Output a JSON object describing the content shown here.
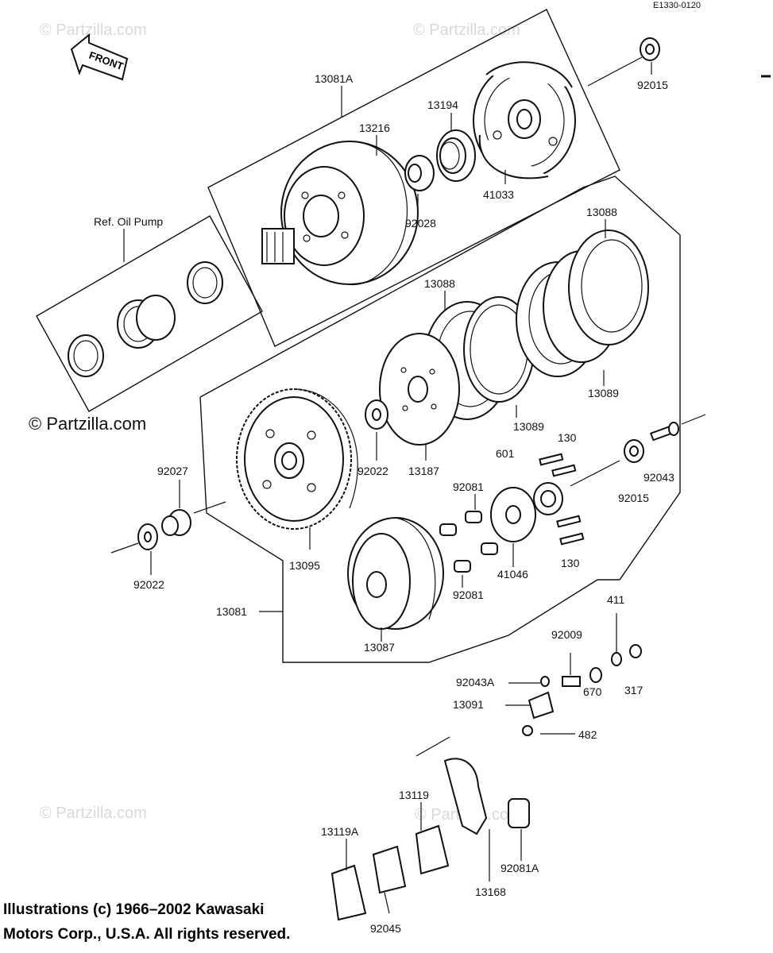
{
  "drawing_code": "E1330-0120",
  "front_arrow": "FRONT",
  "watermark": "© Partzilla.com",
  "copyright": {
    "line1": "Illustrations (c) 1966–2002 Kawasaki",
    "line2": "Motors Corp., U.S.A.  All rights reserved."
  },
  "labels": {
    "p13081A": "13081A",
    "p92015_top": "92015",
    "p13194": "13194",
    "p13216": "13216",
    "p92028": "92028",
    "p41033": "41033",
    "p13088_a": "13088",
    "p13088_b": "13088",
    "ref_oil_pump": "Ref. Oil Pump",
    "p13089_a": "13089",
    "p13089_b": "13089",
    "p130_a": "130",
    "p130_b": "130",
    "p601": "601",
    "p92027": "92027",
    "p92022_a": "92022",
    "p13187": "13187",
    "p92043": "92043",
    "p92015_mid": "92015",
    "p92081_a": "92081",
    "p92081_b": "92081",
    "p41046": "41046",
    "p13095": "13095",
    "p92022_b": "92022",
    "p13081": "13081",
    "p13087": "13087",
    "p411": "411",
    "p92009": "92009",
    "p92043A": "92043A",
    "p13091": "13091",
    "p670": "670",
    "p317": "317",
    "p482": "482",
    "p13119": "13119",
    "p13119A": "13119A",
    "p92081A": "92081A",
    "p13168": "13168",
    "p92045": "92045"
  },
  "icons": [
    "front-arrow-icon",
    "clutch-housing",
    "pressure-plate",
    "clutch-hub"
  ]
}
